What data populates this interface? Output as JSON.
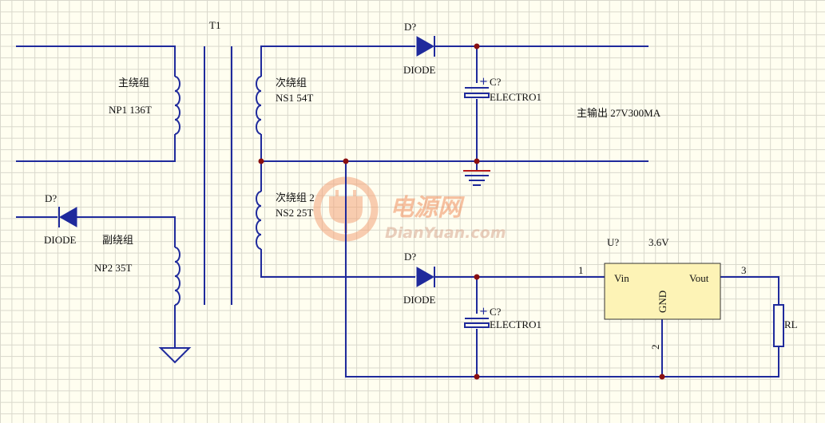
{
  "transformer": {
    "ref": "T1"
  },
  "windings": {
    "primary": {
      "name": "主绕组",
      "turns": "NP1  136T"
    },
    "aux": {
      "name": "副绕组",
      "turns": "NP2  35T"
    },
    "secondary1": {
      "name": "次绕组",
      "turns": "NS1   54T"
    },
    "secondary2": {
      "name": "次绕组 2",
      "turns": "NS2   25T"
    }
  },
  "diodes": [
    {
      "ref": "D?",
      "type": "DIODE"
    },
    {
      "ref": "D?",
      "type": "DIODE"
    },
    {
      "ref": "D?",
      "type": "DIODE"
    }
  ],
  "capacitors": [
    {
      "ref": "C?",
      "type": "ELECTRO1",
      "polarity": "+"
    },
    {
      "ref": "C?",
      "type": "ELECTRO1",
      "polarity": "+"
    }
  ],
  "main_output": {
    "label": "主输出 27V300MA"
  },
  "regulator": {
    "ref": "U?",
    "value": "3.6V",
    "pins": {
      "vin": "Vin",
      "vout": "Vout",
      "gnd": "GND",
      "pin1": "1",
      "pin2": "2",
      "pin3": "3"
    }
  },
  "load": {
    "ref": "RL"
  },
  "watermark": {
    "cn": "电源网",
    "en": "DianYuan.com"
  },
  "colors": {
    "wire": "#1f2a9c",
    "regulator_fill": "#fdf3b6",
    "watermark": "#f08f5e"
  }
}
